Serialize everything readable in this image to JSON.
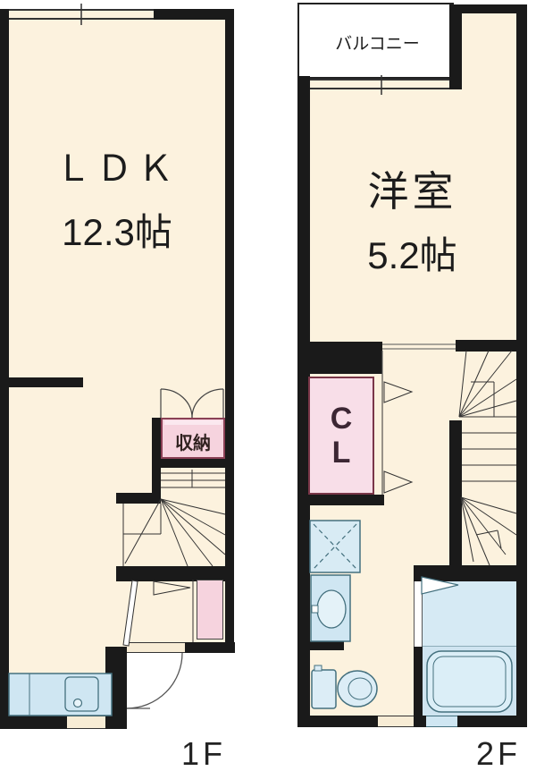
{
  "floors": {
    "f1": {
      "label": "1F",
      "rooms": {
        "ldk": {
          "name": "ＬＤＫ",
          "size": "12.3帖"
        },
        "storage": {
          "name": "収納"
        }
      }
    },
    "f2": {
      "label": "2F",
      "rooms": {
        "yoshitsu": {
          "name": "洋室",
          "size": "5.2帖"
        },
        "balcony": {
          "name": "バルコニー"
        },
        "closet": {
          "line1": "C",
          "line2": "L"
        }
      }
    }
  },
  "colors": {
    "wall": "#1a1a1a",
    "floor_beige": "#fcf2de",
    "fixture_blue": "#cfe6f2",
    "closet_pink": "#f8dee8",
    "storage_pink": "#f6d3de",
    "balcony_white": "#ffffff",
    "line": "#44707e"
  }
}
